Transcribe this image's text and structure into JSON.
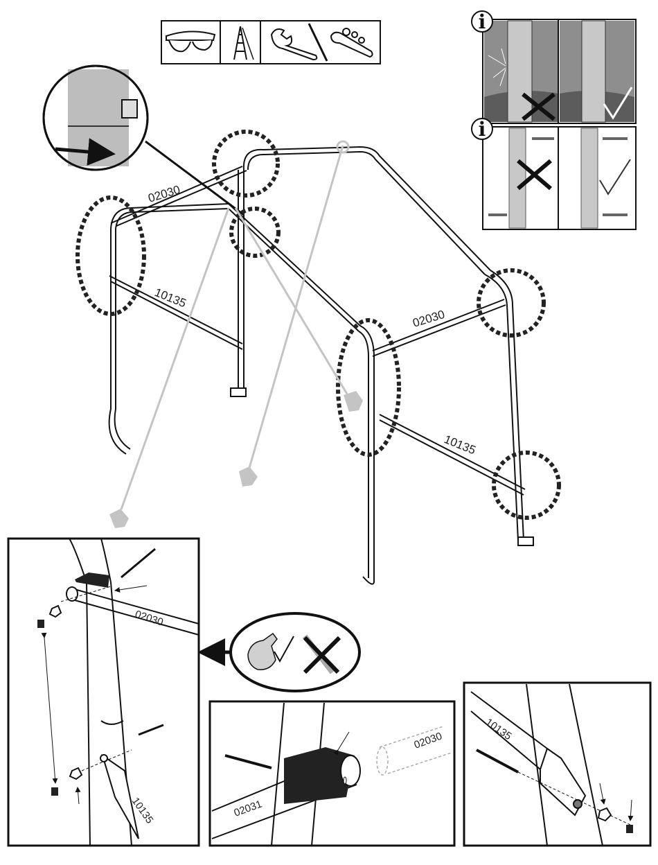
{
  "labels": {
    "main_top_bar": "02030",
    "main_left_brace": "10135",
    "main_right_bar": "02030",
    "main_right_brace": "10135",
    "detail_left_bar": "02030",
    "detail_left_brace": "10135",
    "detail_mid_front": "02031",
    "detail_mid_ghost": "02030",
    "detail_right_brace": "10135"
  },
  "info_marks": [
    "i",
    "i"
  ],
  "tools": [
    "safety-glasses-icon",
    "step-ladder-icon",
    "adjustable-wrench-icon",
    "socket-wrench-icon"
  ],
  "hints": {
    "hand_tight": "hand-tighten-check-icon",
    "no_wrench": "no-wrench-cross-icon"
  },
  "colors": {
    "ink": "#111111",
    "panel_gray": "#9a9a9a",
    "tube_gray": "#bdbdbd",
    "ghost_gray": "#c4c4c4",
    "dashed_circle": "#222222"
  }
}
